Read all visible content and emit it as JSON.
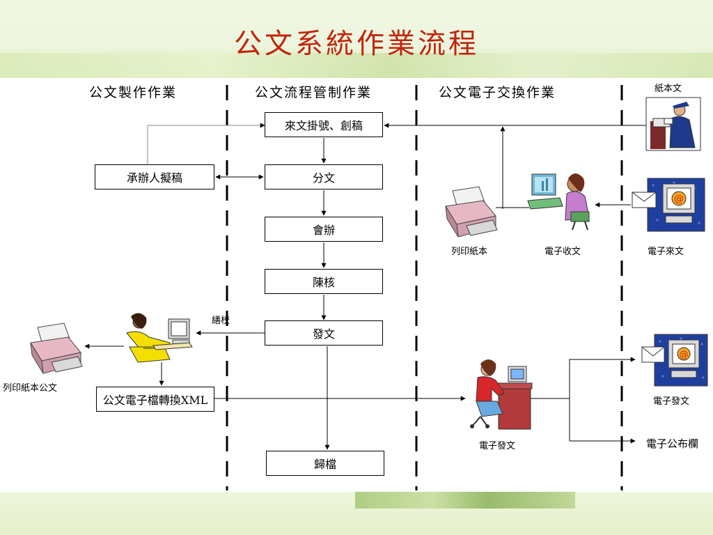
{
  "title": "公文系統作業流程",
  "lanes": {
    "production": "公文製作作業",
    "flow_control": "公文流程管制作業",
    "exchange": "公文電子交換作業"
  },
  "boxes": {
    "register": "來文掛號、創稿",
    "draft": "承辦人擬稿",
    "distribute": "分文",
    "cosign": "會辦",
    "review": "陳核",
    "dispatch": "發文",
    "convert_xml": "公文電子檔轉換XML",
    "archive": "歸檔"
  },
  "labels": {
    "proofread": "繕校",
    "print_paper_doc": "列印紙本公文",
    "print_paper": "列印紙本",
    "e_receive": "電子收文",
    "paper_doc": "紙本文",
    "e_incoming": "電子來文",
    "e_dispatch_right": "電子發文",
    "e_dispatch_center": "電子發文",
    "e_bulletin": "電子公布欄"
  }
}
